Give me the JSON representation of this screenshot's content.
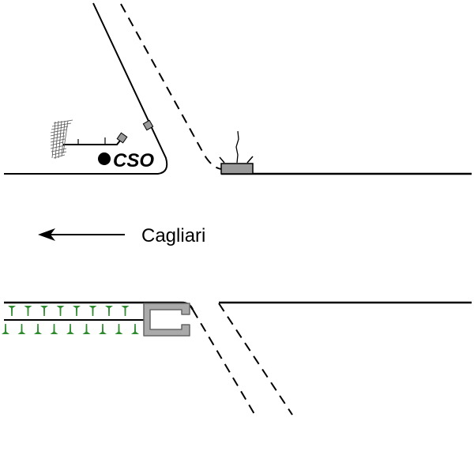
{
  "diagram": {
    "direction_label": "Cagliari",
    "direction_arrow": "left-arrow",
    "cso_label": "CSO",
    "colors": {
      "line": "#000000",
      "device_fill": "#999999",
      "vegetation": "#2e8b2e",
      "hatch": "#666666"
    },
    "icons": {
      "cso_marker": "filled-circle",
      "outfall_structure": "grey-box-with-rays",
      "vegetation_strip": "green-tree-symbols",
      "culvert": "grey-c-shaped-culvert",
      "hatched_discharge": "hatched-scribble"
    }
  }
}
